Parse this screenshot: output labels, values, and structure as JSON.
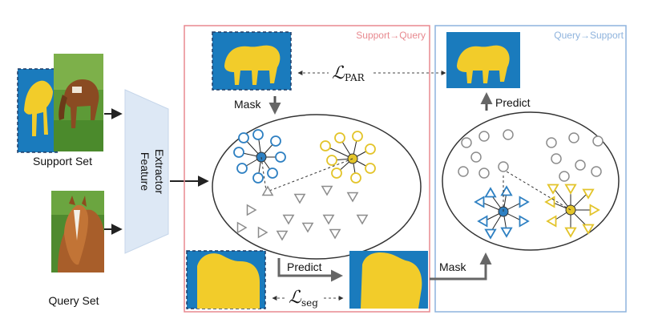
{
  "support_set_label": "Support Set",
  "query_set_label": "Query Set",
  "feature_extractor_label": [
    "Feature",
    "Extractor"
  ],
  "panel_support_query": {
    "title": "Support→Query",
    "color": "#e8898f"
  },
  "panel_query_support": {
    "title": "Query→Support",
    "color": "#8eb3dd"
  },
  "loss_par": {
    "symbol": "ℒ",
    "sub": "PAR"
  },
  "loss_seg": {
    "symbol": "ℒ",
    "sub": "seg"
  },
  "mask_label_top": "Mask",
  "mask_label_bottom": "Mask",
  "predict_label_bottom": "Predict",
  "predict_label_right": "Predict",
  "colors": {
    "mask_blue": "#1a7bbd",
    "mask_yellow": "#f2cc2a",
    "blue_node": "#2e80c2",
    "yellow_node": "#e3c42a",
    "gray": "#8c8c8c",
    "extractor": "#dde8f5"
  }
}
